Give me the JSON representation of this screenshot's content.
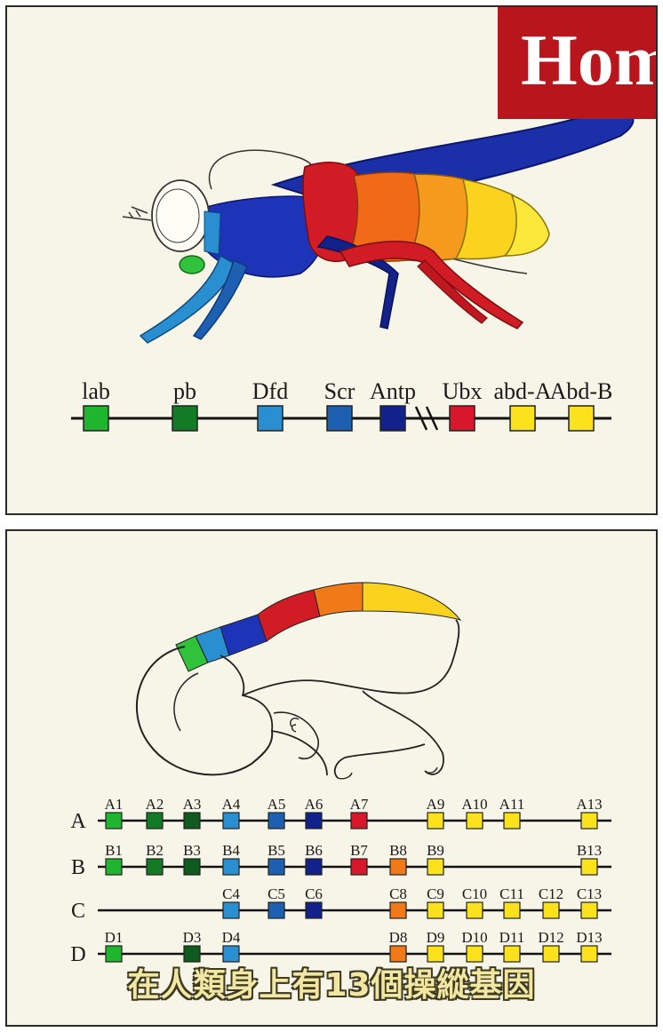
{
  "top_panel": {
    "banner_text": "Hom",
    "fly_genes": [
      {
        "label": "lab",
        "color": "#1fb52f"
      },
      {
        "label": "pb",
        "color": "#137a25"
      },
      {
        "label": "Dfd",
        "color": "#2a8fd0"
      },
      {
        "label": "Scr",
        "color": "#1d5fb0"
      },
      {
        "label": "Antp",
        "color": "#12228a"
      },
      {
        "label": "Ubx",
        "color": "#d8182a"
      },
      {
        "label": "abd-A",
        "color": "#fbe21d"
      },
      {
        "label": "Abd-B",
        "color": "#fbe21d"
      }
    ]
  },
  "bottom_panel": {
    "clusters": [
      {
        "name": "A",
        "genes": [
          {
            "label": "A1",
            "color": "#1fb52f"
          },
          {
            "label": "A2",
            "color": "#137a25"
          },
          {
            "label": "A3",
            "color": "#0f5a1e"
          },
          {
            "label": "A4",
            "color": "#2a8fd0"
          },
          {
            "label": "A5",
            "color": "#1d5fb0"
          },
          {
            "label": "A6",
            "color": "#12228a"
          },
          {
            "label": "A7",
            "color": "#d8182a"
          },
          {
            "label": "A9",
            "color": "#fbe21d"
          },
          {
            "label": "A10",
            "color": "#fbe21d"
          },
          {
            "label": "A11",
            "color": "#fbe21d"
          },
          {
            "label": "A13",
            "color": "#fbe21d"
          }
        ]
      },
      {
        "name": "B",
        "genes": [
          {
            "label": "B1",
            "color": "#1fb52f"
          },
          {
            "label": "B2",
            "color": "#137a25"
          },
          {
            "label": "B3",
            "color": "#0f5a1e"
          },
          {
            "label": "B4",
            "color": "#2a8fd0"
          },
          {
            "label": "B5",
            "color": "#1d5fb0"
          },
          {
            "label": "B6",
            "color": "#12228a"
          },
          {
            "label": "B7",
            "color": "#d8182a"
          },
          {
            "label": "B8",
            "color": "#f07a18"
          },
          {
            "label": "B9",
            "color": "#fbe21d"
          },
          {
            "label": "B13",
            "color": "#fbe21d"
          }
        ]
      },
      {
        "name": "C",
        "genes": [
          {
            "label": "C4",
            "color": "#2a8fd0"
          },
          {
            "label": "C5",
            "color": "#1d5fb0"
          },
          {
            "label": "C6",
            "color": "#12228a"
          },
          {
            "label": "C8",
            "color": "#f07a18"
          },
          {
            "label": "C9",
            "color": "#fbe21d"
          },
          {
            "label": "C10",
            "color": "#fbe21d"
          },
          {
            "label": "C11",
            "color": "#fbe21d"
          },
          {
            "label": "C12",
            "color": "#fbe21d"
          },
          {
            "label": "C13",
            "color": "#fbe21d"
          }
        ]
      },
      {
        "name": "D",
        "genes": [
          {
            "label": "D1",
            "color": "#1fb52f"
          },
          {
            "label": "D3",
            "color": "#0f5a1e"
          },
          {
            "label": "D4",
            "color": "#2a8fd0"
          },
          {
            "label": "D8",
            "color": "#f07a18"
          },
          {
            "label": "D9",
            "color": "#fbe21d"
          },
          {
            "label": "D10",
            "color": "#fbe21d"
          },
          {
            "label": "D11",
            "color": "#fbe21d"
          },
          {
            "label": "D12",
            "color": "#fbe21d"
          },
          {
            "label": "D13",
            "color": "#fbe21d"
          }
        ]
      }
    ],
    "subtitle": "在人類身上有13個操縱基因"
  }
}
